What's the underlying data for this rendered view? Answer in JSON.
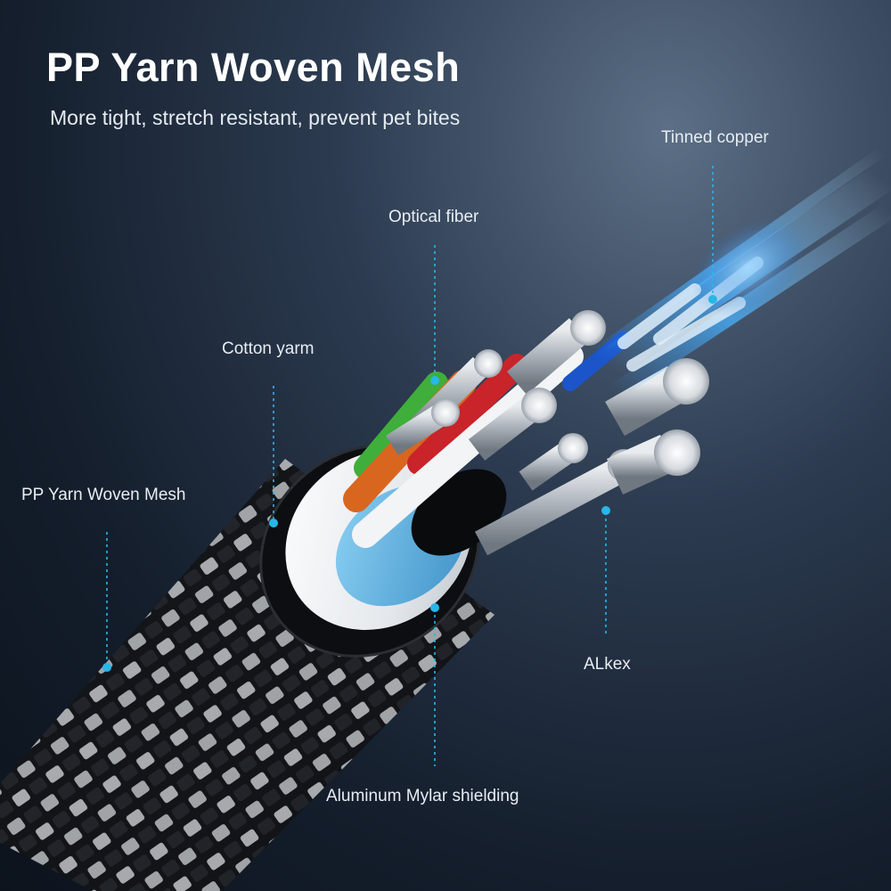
{
  "header": {
    "title": "PP Yarn Woven Mesh",
    "subtitle": "More tight, stretch resistant, prevent pet bites"
  },
  "labels": {
    "tinned_copper": "Tinned copper",
    "optical_fiber": "Optical fiber",
    "cotton_yarn": "Cotton yarm",
    "pp_mesh": "PP Yarn Woven Mesh",
    "alkex": "ALkex",
    "mylar": "Aluminum Mylar shielding"
  },
  "colors": {
    "callout": "#29b6e8",
    "fiber_glow": "#3aa0ff",
    "wire_green": "#3fae3a",
    "wire_orange": "#d9661f",
    "wire_red": "#c8242a",
    "wire_blue": "#1b55c9",
    "shield_blue": "#5ab4e6"
  }
}
